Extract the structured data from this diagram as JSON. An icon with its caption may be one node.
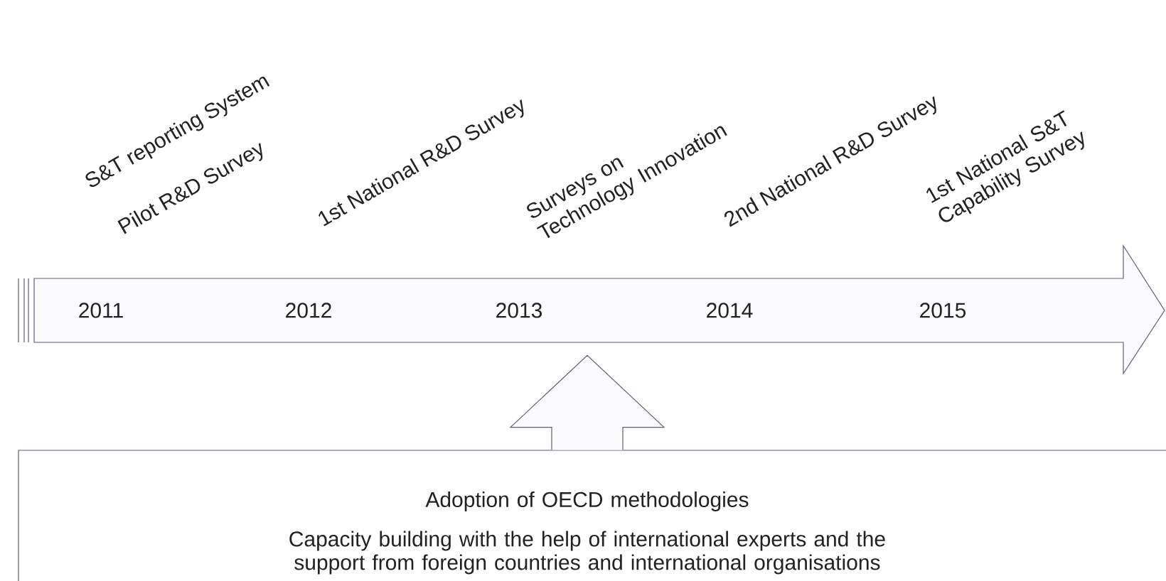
{
  "diagram": {
    "nodes": [
      {
        "text": [
          "2011",
          "2012",
          "2013",
          "2014",
          "2015"
        ]
      },
      {
        "text": [
          "Adoption of OECD methodologies",
          "Capacity building with the help of international experts and the support from foreign countries and international organisations"
        ]
      }
    ],
    "edges": [
      {
        "from": 1,
        "to": 0,
        "arrow": "to"
      }
    ],
    "labels": [
      "S&T reporting System",
      "Pilot R&D Survey",
      "1st National R&D Survey",
      "Surveys on Technology Innovation",
      "2nd National R&D Survey",
      "1st National S&T Capability Survey"
    ]
  }
}
